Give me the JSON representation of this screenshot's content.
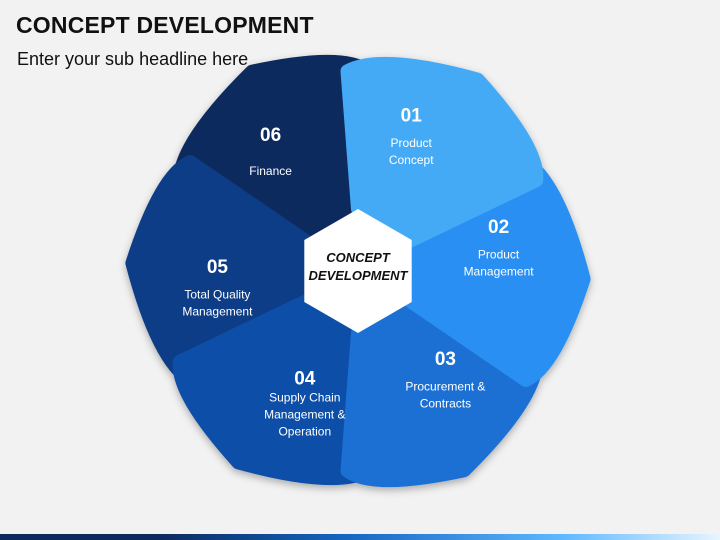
{
  "header": {
    "title": "CONCEPT DEVELOPMENT",
    "subtitle": "Enter your sub headline here"
  },
  "diagram": {
    "center": [
      "CONCEPT",
      "DEVELOPMENT"
    ],
    "segments": [
      {
        "number": "01",
        "lines": [
          "Product",
          "Concept"
        ],
        "color": "#44aaf5"
      },
      {
        "number": "02",
        "lines": [
          "Product",
          "Management"
        ],
        "color": "#2a8ff2"
      },
      {
        "number": "03",
        "lines": [
          "Procurement &",
          "Contracts"
        ],
        "color": "#1a6fd3"
      },
      {
        "number": "04",
        "lines": [
          "Supply Chain",
          "Management &",
          "Operation"
        ],
        "color": "#0f50a8"
      },
      {
        "number": "05",
        "lines": [
          "Total Quality",
          "Management"
        ],
        "color": "#0c3c86"
      },
      {
        "number": "06",
        "lines": [
          "Finance"
        ],
        "color": "#0a2c5e"
      }
    ]
  }
}
